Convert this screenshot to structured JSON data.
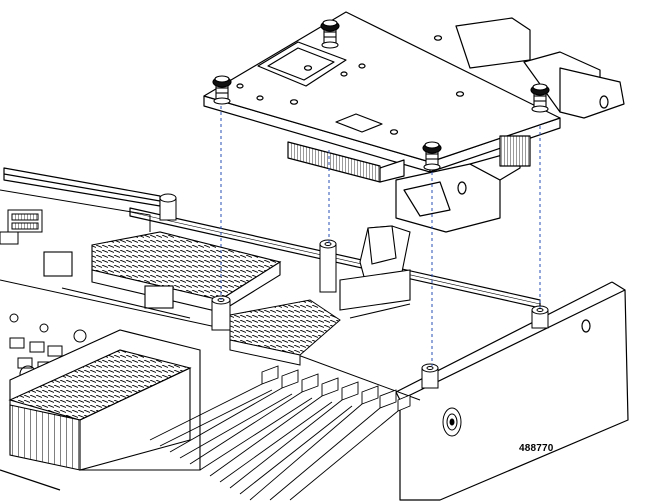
{
  "figure": {
    "id": "488770",
    "ink_color": "#000000",
    "guide_color": "#2a4fb5",
    "callout_fill": "#ffffff"
  },
  "parts": {
    "module_board": {
      "screws": 4
    },
    "dimm_slots": {
      "count": 8
    },
    "alignment_guides": {
      "count": 4
    }
  }
}
